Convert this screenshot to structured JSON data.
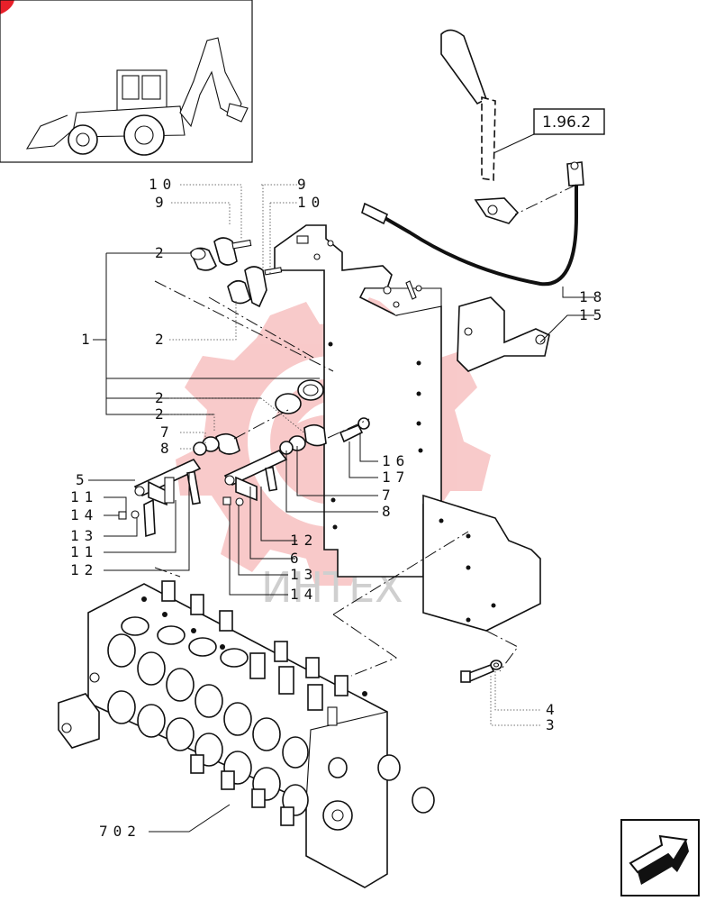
{
  "diagram": {
    "reference_box": "1.96.2",
    "watermark_text": "ИНТЕХ",
    "callouts": {
      "c1": "1",
      "c2a": "2",
      "c2b": "2",
      "c2c": "2",
      "c2d": "2",
      "c3": "3",
      "c4": "4",
      "c5": "5",
      "c6": "6",
      "c7a": "7",
      "c7b": "7",
      "c8a": "8",
      "c8b": "8",
      "c9a": "9",
      "c9b": "9",
      "c10a": "10",
      "c10b": "10",
      "c11a": "11",
      "c11b": "11",
      "c12a": "12",
      "c12b": "12",
      "c13a": "13",
      "c13b": "13",
      "c14a": "14",
      "c14b": "14",
      "c15": "15",
      "c16": "16",
      "c17": "17",
      "c18": "18",
      "c702": "702"
    },
    "colors": {
      "ink": "#111111",
      "watermark": "#f08a8a",
      "corner_badge": "#e8202a"
    },
    "icons": [
      "backhoe-loader-icon",
      "next-page-arrow-icon"
    ]
  }
}
